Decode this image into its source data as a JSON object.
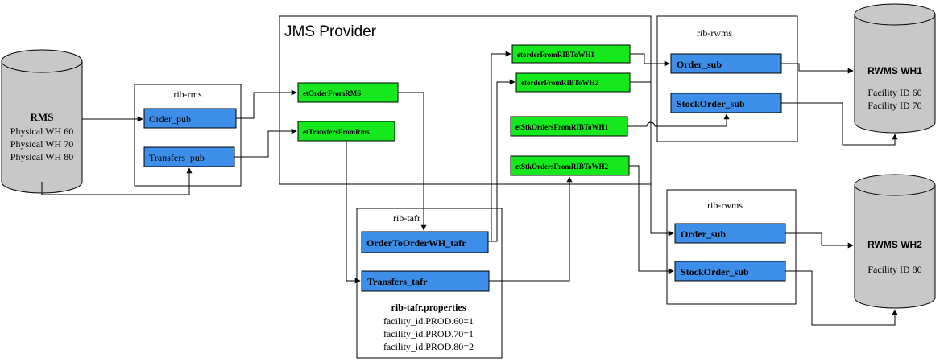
{
  "colors": {
    "blue_box": "#3d8ee9",
    "green_box": "#15e81d",
    "cylinder_fill": "#c8c8c8",
    "line": "#000000"
  },
  "jms_provider": {
    "title": "JMS Provider"
  },
  "rms": {
    "name": "RMS",
    "lines": [
      "Physical WH 60",
      "Physical WH 70",
      "Physical WH 80"
    ]
  },
  "rib_rms": {
    "title": "rib-rms",
    "order_pub": "Order_pub",
    "transfers_pub": "Transfers_pub"
  },
  "topics": {
    "et_order_from_rms": "etOrderFromRMS",
    "et_transfers_from_rms": "etTransfersFromRms",
    "et_order_from_rib_to_wh1": "etorderFromRIBToWH1",
    "et_order_from_rib_to_wh2": "etorderFromRIBToWH2",
    "et_stk_orders_from_rib_to_wh1": "etStkOrdersFromRIBToWH1",
    "et_stk_orders_from_rib_to_wh2": "etStkOrdersFromRIBToWH2"
  },
  "rib_tafr": {
    "title": "rib-tafr",
    "order_to_order_wh": "OrderToOrderWH_tafr",
    "transfers_tafr": "Transfers_tafr",
    "properties_title": "rib-tafr.properties",
    "properties": [
      "facility_id.PROD.60=1",
      "facility_id.PROD.70=1",
      "facility_id.PROD.80=2"
    ]
  },
  "rib_rwms_1": {
    "title": "rib-rwms",
    "order_sub": "Order_sub",
    "stock_order_sub": "StockOrder_sub"
  },
  "rib_rwms_2": {
    "title": "rib-rwms",
    "order_sub": "Order_sub",
    "stock_order_sub": "StockOrder_sub"
  },
  "rwms_wh1": {
    "name": "RWMS WH1",
    "lines": [
      "Facility ID 60",
      "Facility ID 70"
    ]
  },
  "rwms_wh2": {
    "name": "RWMS WH2",
    "lines": [
      "Facility ID 80"
    ]
  }
}
